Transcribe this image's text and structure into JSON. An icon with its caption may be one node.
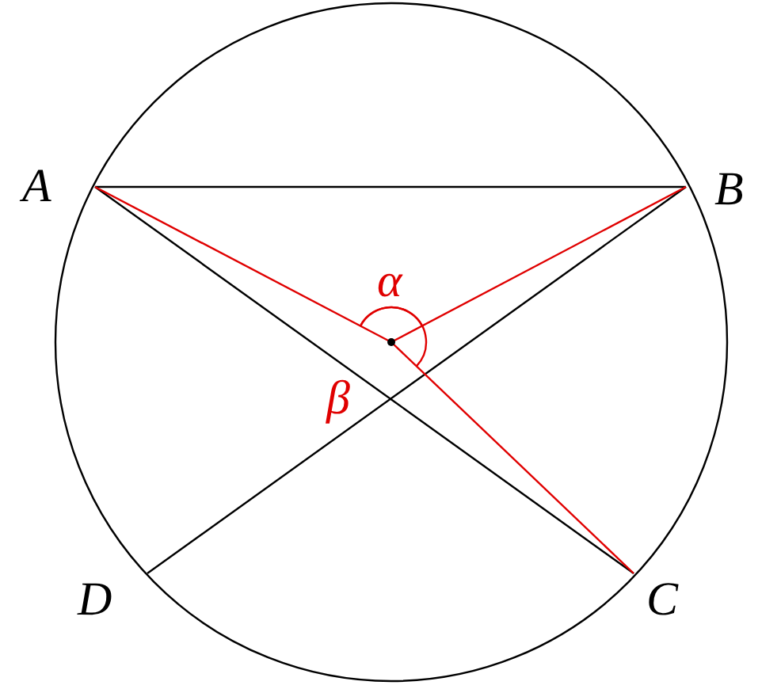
{
  "diagram": {
    "nodes": [
      {
        "text": [
          "A"
        ]
      },
      {
        "text": [
          "B"
        ]
      },
      {
        "text": [
          "C"
        ]
      },
      {
        "text": [
          "D"
        ]
      },
      {
        "text": [],
        "shape": "circle"
      }
    ],
    "edges": [
      {
        "from": 0,
        "to": 1,
        "arrow": "none"
      },
      {
        "from": 0,
        "to": 2,
        "arrow": "none"
      },
      {
        "from": 1,
        "to": 3,
        "arrow": "none"
      },
      {
        "from": 4,
        "to": 0,
        "arrow": "none",
        "color": "#e00000"
      },
      {
        "from": 4,
        "to": 1,
        "arrow": "none",
        "color": "#e00000"
      },
      {
        "from": 4,
        "to": 2,
        "arrow": "none",
        "color": "#e00000"
      }
    ],
    "labels": [
      "α",
      "β"
    ]
  }
}
